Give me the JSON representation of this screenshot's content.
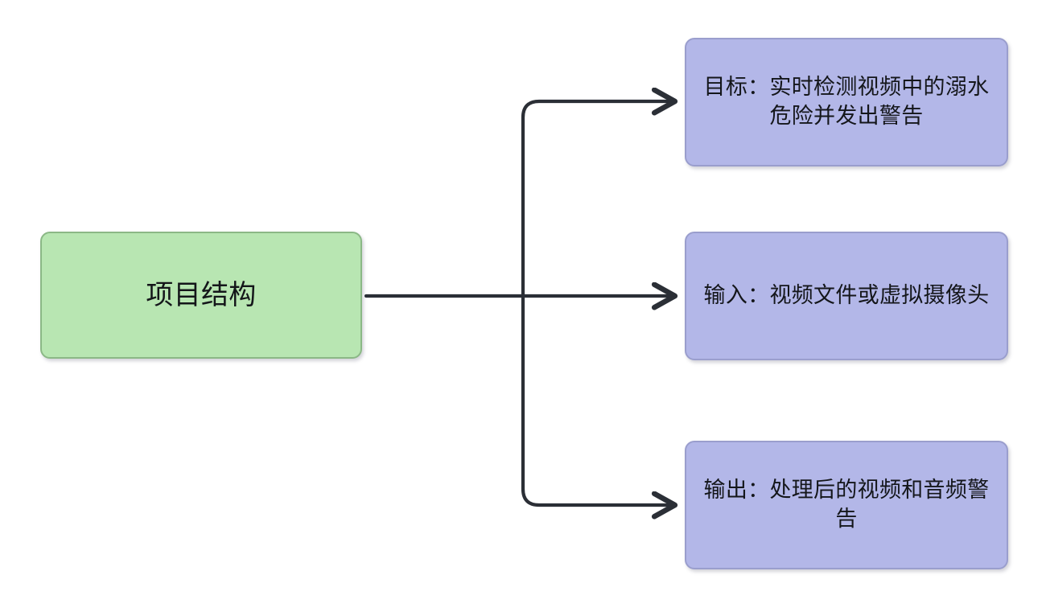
{
  "diagram": {
    "type": "flowchart",
    "direction": "left-to-right",
    "title_node": {
      "id": "root",
      "label": "项目结构",
      "shape": "rounded-rectangle",
      "fill": "#b8e6b2",
      "stroke": "#8bb886"
    },
    "branch_nodes": [
      {
        "id": "goal",
        "label": "目标：实时检测视频中的溺水危险并发出警告",
        "shape": "rounded-rectangle",
        "fill": "#b3b7e8",
        "stroke": "#9a9ecd"
      },
      {
        "id": "input",
        "label": "输入：视频文件或虚拟摄像头",
        "shape": "rounded-rectangle",
        "fill": "#b3b7e8",
        "stroke": "#9a9ecd"
      },
      {
        "id": "output",
        "label": "输出：处理后的视频和音频警告",
        "shape": "rounded-rectangle",
        "fill": "#b3b7e8",
        "stroke": "#9a9ecd"
      }
    ],
    "edges": [
      {
        "from": "root",
        "to": "goal",
        "style": "orthogonal-arrow",
        "color": "#2b2f36"
      },
      {
        "from": "root",
        "to": "input",
        "style": "straight-arrow",
        "color": "#2b2f36"
      },
      {
        "from": "root",
        "to": "output",
        "style": "orthogonal-arrow",
        "color": "#2b2f36"
      }
    ],
    "background": "#ffffff"
  }
}
